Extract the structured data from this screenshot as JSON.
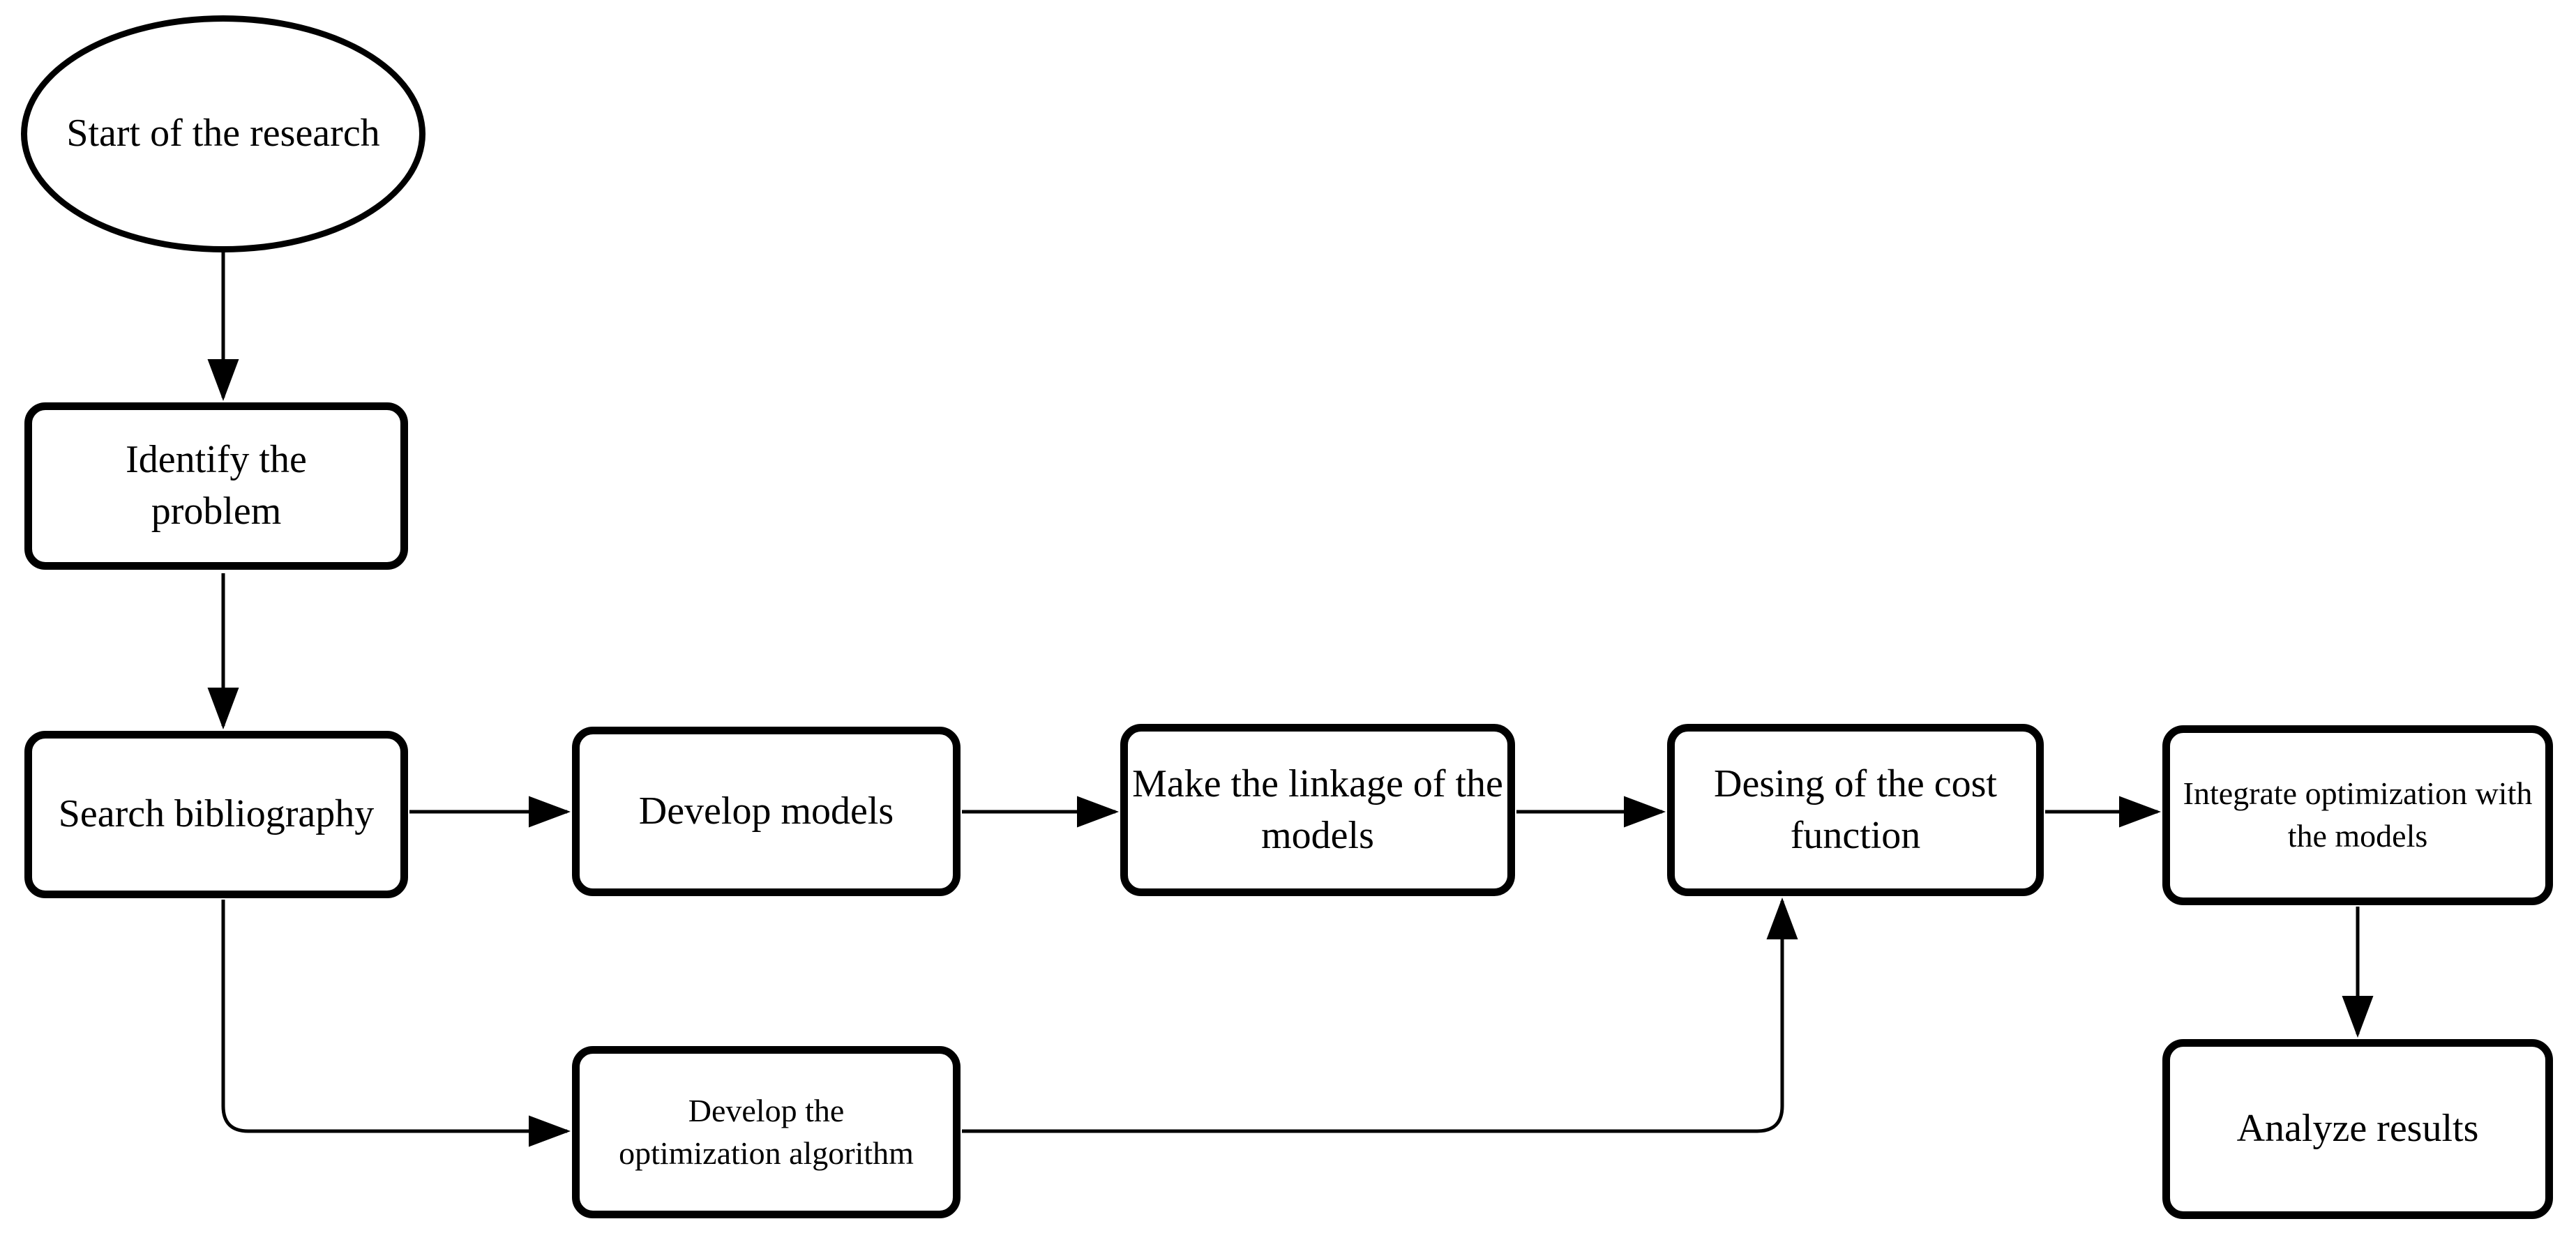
{
  "diagram": {
    "type": "flowchart",
    "title": "Research process flowchart",
    "background_color": "#ffffff",
    "stroke_color": "#000000",
    "text_color": "#000000",
    "nodes": [
      {
        "id": "start",
        "shape": "ellipse",
        "label": "Start of the research"
      },
      {
        "id": "identify",
        "shape": "rounded-rectangle",
        "label": "Identify the problem"
      },
      {
        "id": "search",
        "shape": "rounded-rectangle",
        "label": "Search bibliography"
      },
      {
        "id": "develop_models",
        "shape": "rounded-rectangle",
        "label": "Develop models"
      },
      {
        "id": "linkage",
        "shape": "rounded-rectangle",
        "label": "Make the linkage of the models"
      },
      {
        "id": "design_cost",
        "shape": "rounded-rectangle",
        "label": "Desing of the cost function"
      },
      {
        "id": "integrate",
        "shape": "rounded-rectangle",
        "label": "Integrate optimization with the models"
      },
      {
        "id": "develop_algorithm",
        "shape": "rounded-rectangle",
        "label": "Develop the optimization algorithm"
      },
      {
        "id": "analyze",
        "shape": "rounded-rectangle",
        "label": "Analyze results"
      }
    ],
    "edges": [
      {
        "from": "start",
        "to": "identify",
        "style": "straight-down-arrow"
      },
      {
        "from": "identify",
        "to": "search",
        "style": "straight-down-arrow"
      },
      {
        "from": "search",
        "to": "develop_models",
        "style": "straight-right-arrow"
      },
      {
        "from": "develop_models",
        "to": "linkage",
        "style": "straight-right-arrow"
      },
      {
        "from": "linkage",
        "to": "design_cost",
        "style": "straight-right-arrow"
      },
      {
        "from": "design_cost",
        "to": "integrate",
        "style": "straight-right-arrow"
      },
      {
        "from": "integrate",
        "to": "analyze",
        "style": "straight-down-arrow"
      },
      {
        "from": "search",
        "to": "develop_algorithm",
        "style": "down-then-right-arrow"
      },
      {
        "from": "develop_algorithm",
        "to": "design_cost",
        "style": "right-then-up-arrow"
      }
    ]
  }
}
